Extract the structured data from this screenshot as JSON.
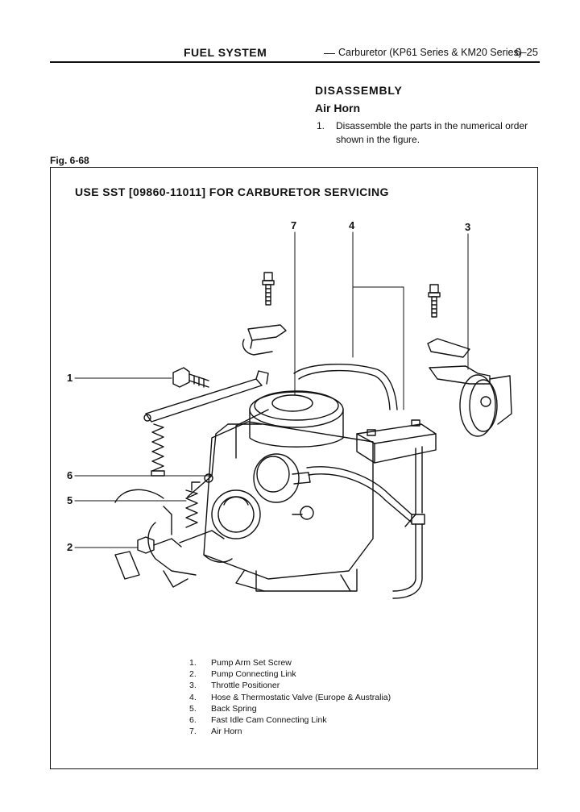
{
  "header": {
    "section": "FUEL SYSTEM",
    "dash": "—",
    "subsection": "Carburetor (KP61 Series & KM20 Series)",
    "page_number": "6–25"
  },
  "section_title": "DISASSEMBLY",
  "subsection_title": "Air Horn",
  "steps": [
    {
      "number": "1.",
      "text": "Disassemble the parts in the numerical order shown in the figure."
    }
  ],
  "figure": {
    "label": "Fig. 6-68",
    "sst_text": "USE SST [09860-11011] FOR CARBURETOR SERVICING",
    "callouts": [
      "1",
      "2",
      "3",
      "4",
      "5",
      "6",
      "7"
    ],
    "parts": [
      {
        "number": "1.",
        "name": "Pump Arm Set Screw"
      },
      {
        "number": "2.",
        "name": "Pump Connecting Link"
      },
      {
        "number": "3.",
        "name": "Throttle Positioner"
      },
      {
        "number": "4.",
        "name": "Hose & Thermostatic Valve (Europe & Australia)"
      },
      {
        "number": "5.",
        "name": "Back Spring"
      },
      {
        "number": "6.",
        "name": "Fast Idle Cam Connecting Link"
      },
      {
        "number": "7.",
        "name": "Air Horn"
      }
    ]
  }
}
